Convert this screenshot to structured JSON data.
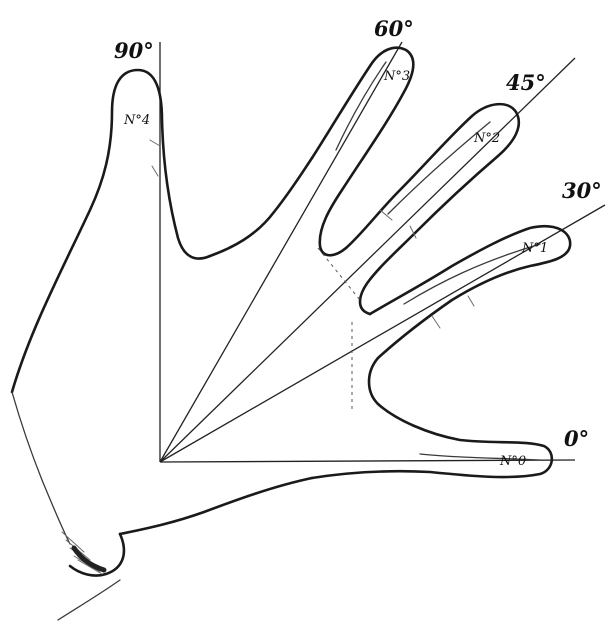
{
  "angles": {
    "a0": "0°",
    "a30": "30°",
    "a45": "45°",
    "a60": "60°",
    "a90": "90°"
  },
  "fingers": {
    "f0": "N°0",
    "f1": "N°1",
    "f2": "N°2",
    "f3": "N°3",
    "f4": "N°4"
  }
}
